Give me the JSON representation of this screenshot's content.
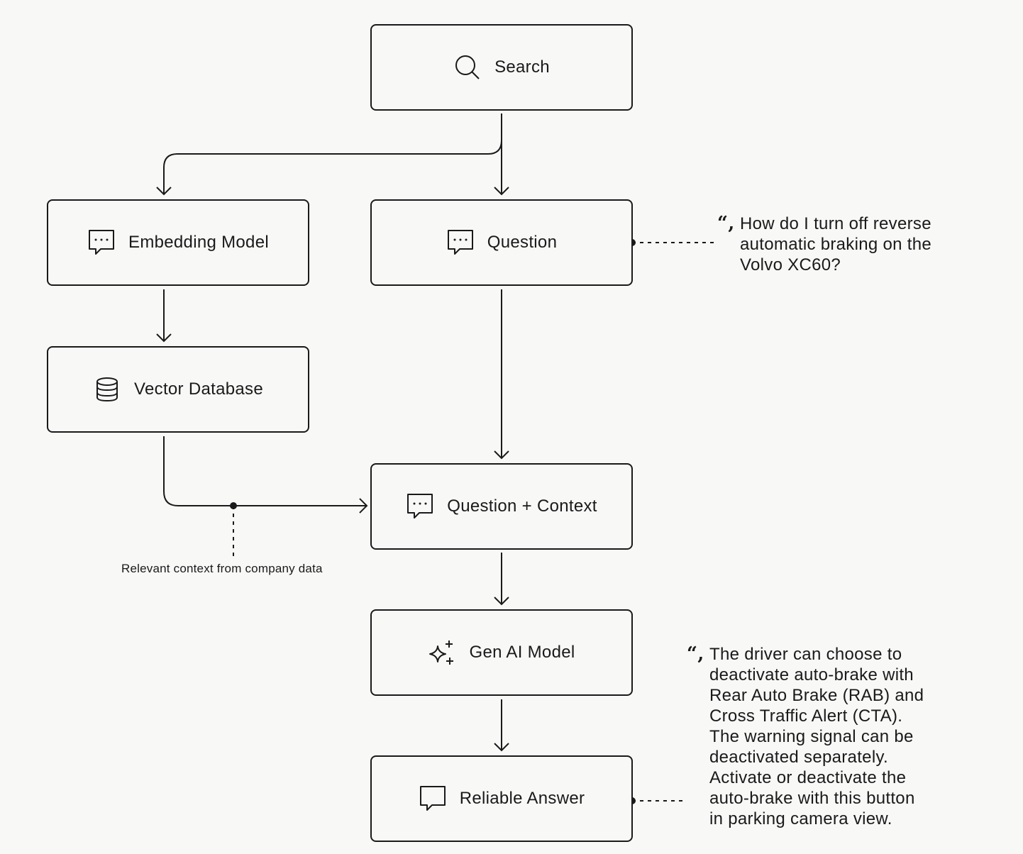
{
  "nodes": {
    "search": {
      "label": "Search",
      "icon": "search-icon"
    },
    "embedding_model": {
      "label": "Embedding Model",
      "icon": "chat-bubble-icon"
    },
    "question": {
      "label": "Question",
      "icon": "chat-bubble-icon"
    },
    "vector_database": {
      "label": "Vector Database",
      "icon": "database-icon"
    },
    "question_context": {
      "label": "Question + Context",
      "icon": "chat-bubble-icon"
    },
    "gen_ai_model": {
      "label": "Gen AI Model",
      "icon": "sparkle-icon"
    },
    "reliable_answer": {
      "label": "Reliable Answer",
      "icon": "message-icon"
    }
  },
  "annotations": {
    "question_quote": "How do I turn off reverse\nautomatic braking on the\nVolvo XC60?",
    "answer_quote": "The driver can choose to\ndeactivate auto-brake with\nRear Auto Brake (RAB) and\nCross Traffic Alert (CTA).\nThe warning signal can be\ndeactivated separately.\nActivate or deactivate the\nauto-brake with this button\nin parking camera view.",
    "context_caption": "Relevant context from company data"
  },
  "colors": {
    "background": "#f8f8f7",
    "ink": "#1a1a1a"
  }
}
